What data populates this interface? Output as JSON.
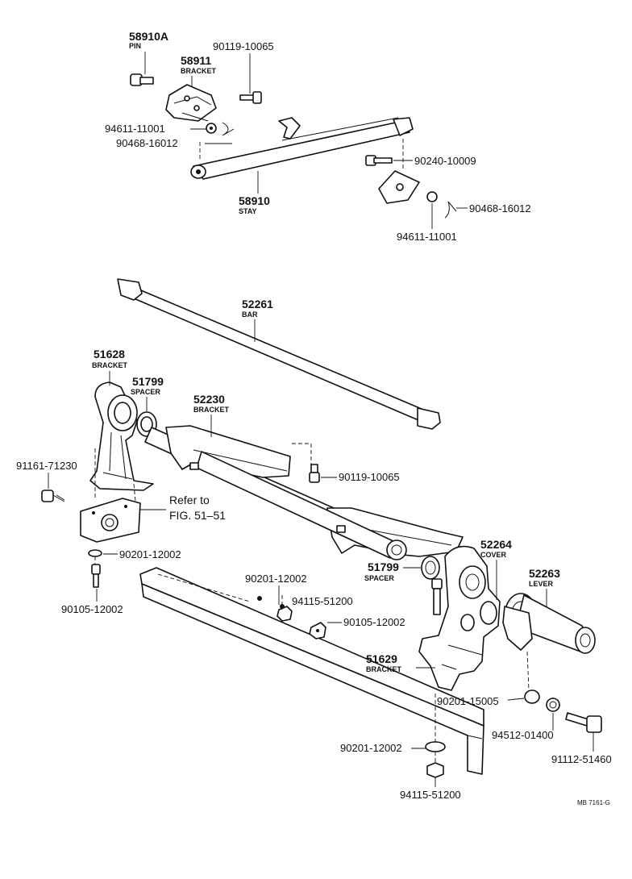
{
  "labels": {
    "pin_58910a": {
      "number": "58910A",
      "name": "PIN"
    },
    "bracket_58911": {
      "number": "58911",
      "name": "BRACKET"
    },
    "bolt_90119_top": "90119-10065",
    "washer_94611_left": "94611-11001",
    "pin_90468_left": "90468-16012",
    "stay_58910": {
      "number": "58910",
      "name": "STAY"
    },
    "bolt_90240": "90240-10009",
    "pin_90468_right": "90468-16012",
    "washer_94611_right": "94611-11001",
    "bar_52261": {
      "number": "52261",
      "name": "BAR"
    },
    "bracket_51628": {
      "number": "51628",
      "name": "BRACKET"
    },
    "spacer_51799_left": {
      "number": "51799",
      "name": "SPACER"
    },
    "bracket_52230": {
      "number": "52230",
      "name": "BRACKET"
    },
    "bolt_91161": "91161-71230",
    "bolt_90119_mid": "90119-10065",
    "refer_note_line1": "Refer to",
    "refer_note_line2": "FIG. 51–51",
    "washer_90201_left": "90201-12002",
    "bolt_90105_left": "90105-12002",
    "washer_90201_center": "90201-12002",
    "spacer_51799_right": {
      "number": "51799",
      "name": "SPACER"
    },
    "cover_52264": {
      "number": "52264",
      "name": "COVER"
    },
    "lever_52263": {
      "number": "52263",
      "name": "LEVER"
    },
    "nut_94115_center": "94115-51200",
    "bolt_90105_center": "90105-12002",
    "bracket_51629": {
      "number": "51629",
      "name": "BRACKET"
    },
    "washer_90201_15005": "90201-15005",
    "washer_94512": "94512-01400",
    "bolt_91112": "91112-51460",
    "washer_90201_bottom": "90201-12002",
    "nut_94115_bottom": "94115-51200",
    "drawing_code": "MB 7161-G"
  }
}
